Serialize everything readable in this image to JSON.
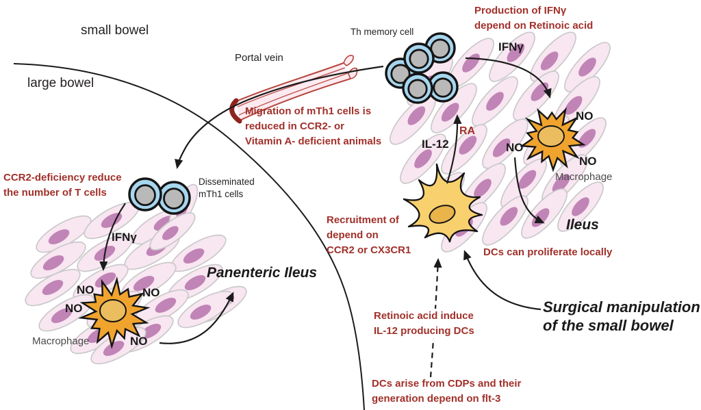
{
  "labels": {
    "small_bowel": "small bowel",
    "large_bowel": "large bowel",
    "portal_vein": "Portal vein",
    "th_memory_cell": "Th memory cell",
    "disseminated_mth1": "Disseminated\nmTh1 cells",
    "ifn_gamma": "IFNγ",
    "il_12": "IL-12",
    "ra": "RA",
    "no": "NO",
    "macrophage": "Macrophage",
    "panenteric_ileus": "Panenteric Ileus",
    "ileus": "Ileus",
    "surgical_manipulation": "Surgical manipulation\nof the small bowel"
  },
  "notes": {
    "migration": "Migration of mTh1 cells is\nreduced in CCR2- or\nVitamin A- deficient animals",
    "production": "Production of IFNγ\ndepend on Retinoic acid",
    "ccr2_deficiency": "CCR2-deficiency reduce\nthe number of T cells",
    "recruitment": "Recruitment of\ndepend on\nCCR2 or CX3CR1",
    "dcs_proliferate": "DCs can proliferate locally",
    "retinoic_induce": "Retinoic acid induce\nIL-12 producing DCs",
    "cdp_origin": "DCs arise from CDPs and their\ngeneration depend on flt-3"
  },
  "colors": {
    "annotation_red": "#a1302a",
    "text_black": "#231f20",
    "text_gray": "#4a4a4a",
    "arrow_black": "#1b1b1b",
    "muscle_cell_fill": "#f8e6f1",
    "muscle_cell_stroke": "#c9c9c9",
    "muscle_nucleus": "#c184b6",
    "tcell_ring_blue": "#a7d6ef",
    "tcell_core_gray": "#b9b9b9",
    "macrophage_fill": "#f0a42e",
    "macrophage_nucleus": "#ecbd5f",
    "dc_fill": "#f8d06e",
    "dc_nucleus": "#e9b44a",
    "vein_fill": "#fceaf0",
    "vein_stroke": "#b5443c",
    "vein_cap": "#8e241e"
  }
}
